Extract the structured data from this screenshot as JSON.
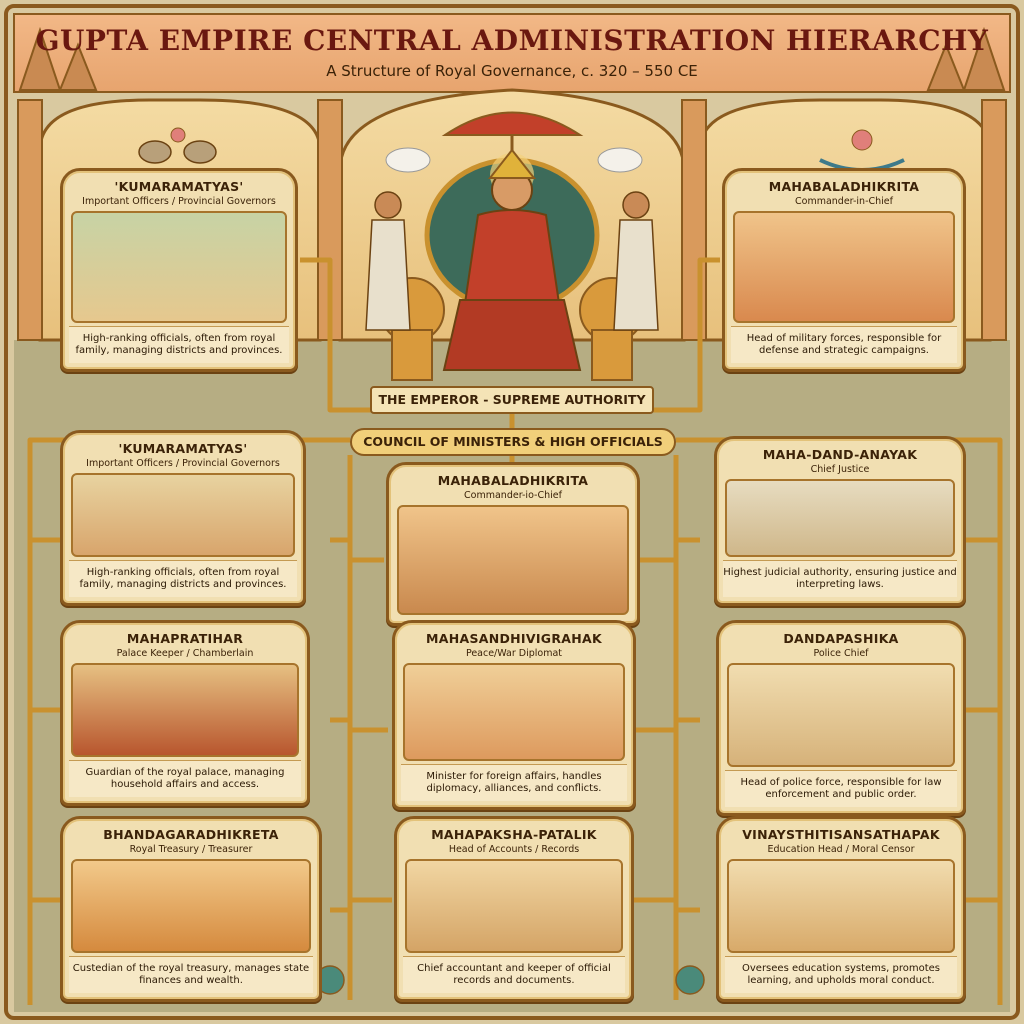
{
  "header": {
    "title": "GUPTA EMPIRE CENTRAL ADMINISTRATION HIERARCHY",
    "subtitle": "A Structure of Royal Governance, c. 320 – 550 CE"
  },
  "emperor": {
    "label": "THE EMPEROR - SUPREME AUTHORITY"
  },
  "council": {
    "label": "COUNCIL OF MINISTERS & HIGH OFFICIALS"
  },
  "panels": [
    {
      "id": "kumaramatyas-top",
      "title": "'KUMARAMATYAS'",
      "subtitle": "Important Officers / Provincial Governors",
      "description": "High-ranking officials, often from royal family, managing districts and provinces."
    },
    {
      "id": "mahabaladhikrita-top",
      "title": "MAHABALADHIKRITA",
      "subtitle": "Commander-in-Chief",
      "description": "Head of military forces, responsible for defense and strategic campaigns."
    },
    {
      "id": "kumaramatyas-mid",
      "title": "'KUMARAMATYAS'",
      "subtitle": "Important Officers / Provincial Governors",
      "description": "High-ranking officials, often from royal family, managing districts and provinces."
    },
    {
      "id": "mahabaladhikrita-mid",
      "title": "MAHABALADHIKRITA",
      "subtitle": "Commander-io-Chief",
      "description": ""
    },
    {
      "id": "maha-dand-anayak",
      "title": "MAHA-DAND-ANAYAK",
      "subtitle": "Chief Justice",
      "description": "Highest judicial authority, ensuring justice and interpreting laws."
    },
    {
      "id": "mahapratihar",
      "title": "MAHAPRATIHAR",
      "subtitle": "Palace Keeper / Chamberlain",
      "description": "Guardian of the royal palace, managing household affairs and access."
    },
    {
      "id": "mahasandhivigrahak",
      "title": "MAHASANDHIVIGRAHAK",
      "subtitle": "Peace/War Diplomat",
      "description": "Minister for foreign affairs, handles diplomacy, alliances, and conflicts."
    },
    {
      "id": "dandapashika",
      "title": "DANDAPASHIKA",
      "subtitle": "Police Chief",
      "description": "Head of police force, responsible for law enforcement and public order."
    },
    {
      "id": "bhandagaradhikreta",
      "title": "BHANDAGARADHIKRETA",
      "subtitle": "Royal Treasury / Treasurer",
      "description": "Custedian of the royal treasury, manages state finances and wealth."
    },
    {
      "id": "mahapaksha-patalik",
      "title": "MAHAPAKSHA-PATALIK",
      "subtitle": "Head of Accounts / Records",
      "description": "Chief accountant and keeper of official records and documents."
    },
    {
      "id": "vinaysthitisansathapak",
      "title": "VINAYSTHITISANSATHAPAK",
      "subtitle": "Education Head / Moral Censor",
      "description": "Oversees education systems, promotes learning, and upholds moral conduct."
    }
  ],
  "colors": {
    "maroon": "#6a1810",
    "gold": "#c9912e",
    "brown": "#8a5a1e",
    "parchment": "#f1dfb2",
    "olive": "#a9a37a"
  }
}
